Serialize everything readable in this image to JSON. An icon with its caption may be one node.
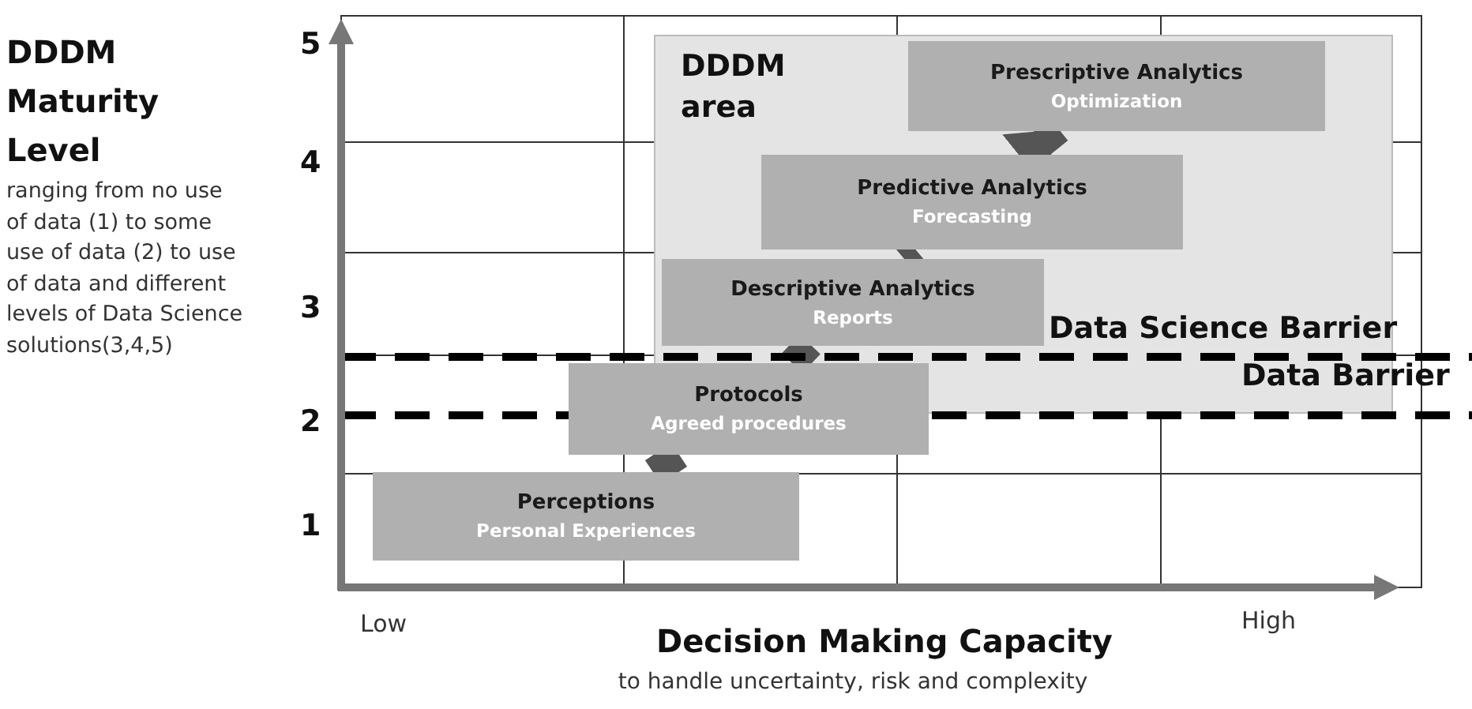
{
  "diagram": {
    "nodes": [
      {
        "text": [
          "DDDM area"
        ]
      },
      {
        "text": [
          "Prescriptive Analytics",
          "Optimization"
        ],
        "in": 0
      },
      {
        "text": [
          "Predictive Analytics",
          "Forecasting"
        ],
        "in": 0
      },
      {
        "text": [
          "Descriptive Analytics",
          "Reports"
        ],
        "in": 0
      },
      {
        "text": [
          "Protocols",
          "Agreed procedures"
        ]
      },
      {
        "text": [
          "Perceptions",
          "Personal Experiences"
        ]
      }
    ],
    "edges": [
      {
        "from": 5,
        "to": 4,
        "arrow": "none"
      },
      {
        "from": 4,
        "to": 3,
        "arrow": "none"
      },
      {
        "from": 3,
        "to": 2,
        "arrow": "none"
      },
      {
        "from": 2,
        "to": 1,
        "arrow": "to"
      }
    ],
    "labels": [
      "DDDM Maturity Level",
      "ranging from no use of data (1) to some use of data (2) to use of data and different levels of Data Science solutions(3,4,5)",
      "5",
      "4",
      "3",
      "2",
      "1",
      "Data Science Barrier",
      "Data Barrier",
      "Low",
      "High",
      "Decision Making Capacity",
      "to handle uncertainty, risk and complexity"
    ]
  }
}
